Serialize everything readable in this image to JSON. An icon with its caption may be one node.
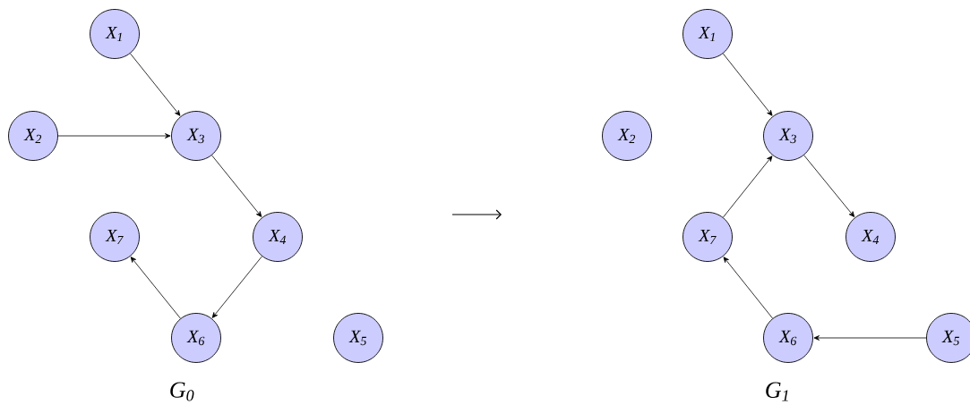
{
  "diagram": {
    "nodes": [
      {
        "text": [
          "X$_{1}$"
        ]
      },
      {
        "text": [
          "X$_{2}$"
        ]
      },
      {
        "text": [
          "X$_{3}$"
        ]
      },
      {
        "text": [
          "X$_{7}$"
        ]
      },
      {
        "text": [
          "X$_{4}$"
        ]
      },
      {
        "text": [
          "X$_{6}$"
        ]
      },
      {
        "text": [
          "X$_{5}$"
        ]
      },
      {
        "text": [
          "X$_{1}$"
        ]
      },
      {
        "text": [
          "X$_{2}$"
        ]
      },
      {
        "text": [
          "X$_{3}$"
        ]
      },
      {
        "text": [
          "X$_{7}$"
        ]
      },
      {
        "text": [
          "X$_{4}$"
        ]
      },
      {
        "text": [
          "X$_{6}$"
        ]
      },
      {
        "text": [
          "X$_{5}$"
        ]
      }
    ],
    "edges": [
      {
        "from": 0,
        "to": 2,
        "arrow": "to"
      },
      {
        "from": 1,
        "to": 2,
        "arrow": "to"
      },
      {
        "from": 2,
        "to": 4,
        "arrow": "to"
      },
      {
        "from": 4,
        "to": 5,
        "arrow": "to"
      },
      {
        "from": 5,
        "to": 3,
        "arrow": "to"
      },
      {
        "from": 7,
        "to": 9,
        "arrow": "to"
      },
      {
        "from": 10,
        "to": 9,
        "arrow": "to"
      },
      {
        "from": 9,
        "to": 11,
        "arrow": "to"
      },
      {
        "from": 12,
        "to": 10,
        "arrow": "to"
      },
      {
        "from": 13,
        "to": 12,
        "arrow": "to"
      }
    ],
    "labels": [
      "G$_{0}$",
      "G$_{1}$"
    ]
  }
}
